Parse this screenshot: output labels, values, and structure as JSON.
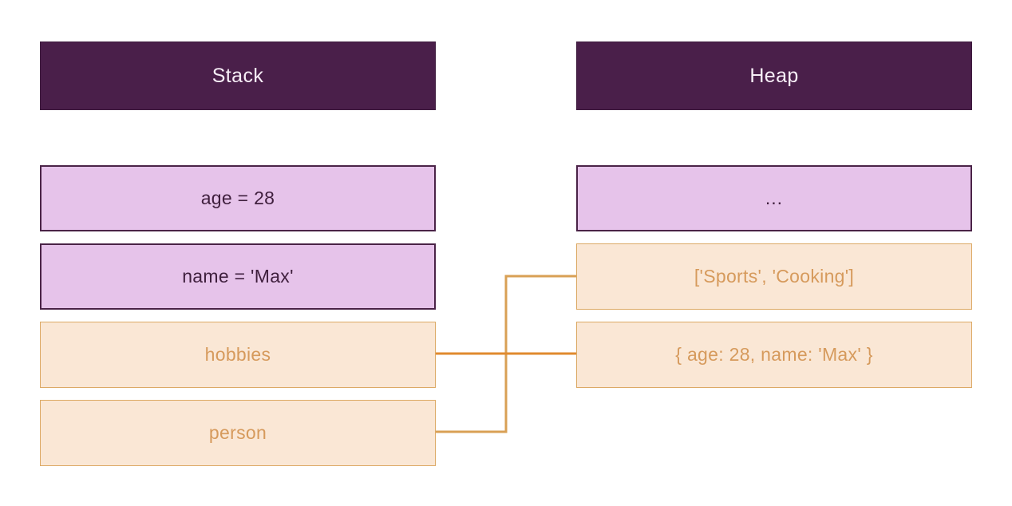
{
  "diagram": {
    "title_stack": "Stack",
    "title_heap": "Heap",
    "background": "#ffffff",
    "colors": {
      "header_fill": "#4a1f4a",
      "header_text": "#f7eef7",
      "purple_fill": "#e6c3ea",
      "purple_border": "#4a2347",
      "purple_text": "#3f1f3d",
      "orange_fill": "#fae7d5",
      "orange_border": "#dca964",
      "orange_text": "#d69a5c",
      "connector": "#e08a2e"
    }
  },
  "stack": {
    "header": "Stack",
    "cells": [
      {
        "label": "age = 28",
        "style": "purple"
      },
      {
        "label": "name = 'Max'",
        "style": "purple"
      },
      {
        "label": "hobbies",
        "style": "orange"
      },
      {
        "label": "person",
        "style": "orange"
      }
    ]
  },
  "heap": {
    "header": "Heap",
    "cells": [
      {
        "label": "...",
        "style": "purple"
      },
      {
        "label": "['Sports', 'Cooking']",
        "style": "orange"
      },
      {
        "label": "{ age: 28, name: 'Max' }",
        "style": "orange"
      }
    ]
  },
  "connections": [
    {
      "from": "hobbies",
      "to": "{ age: 28, name: 'Max' }"
    },
    {
      "from": "person",
      "to": "['Sports', 'Cooking']"
    }
  ]
}
